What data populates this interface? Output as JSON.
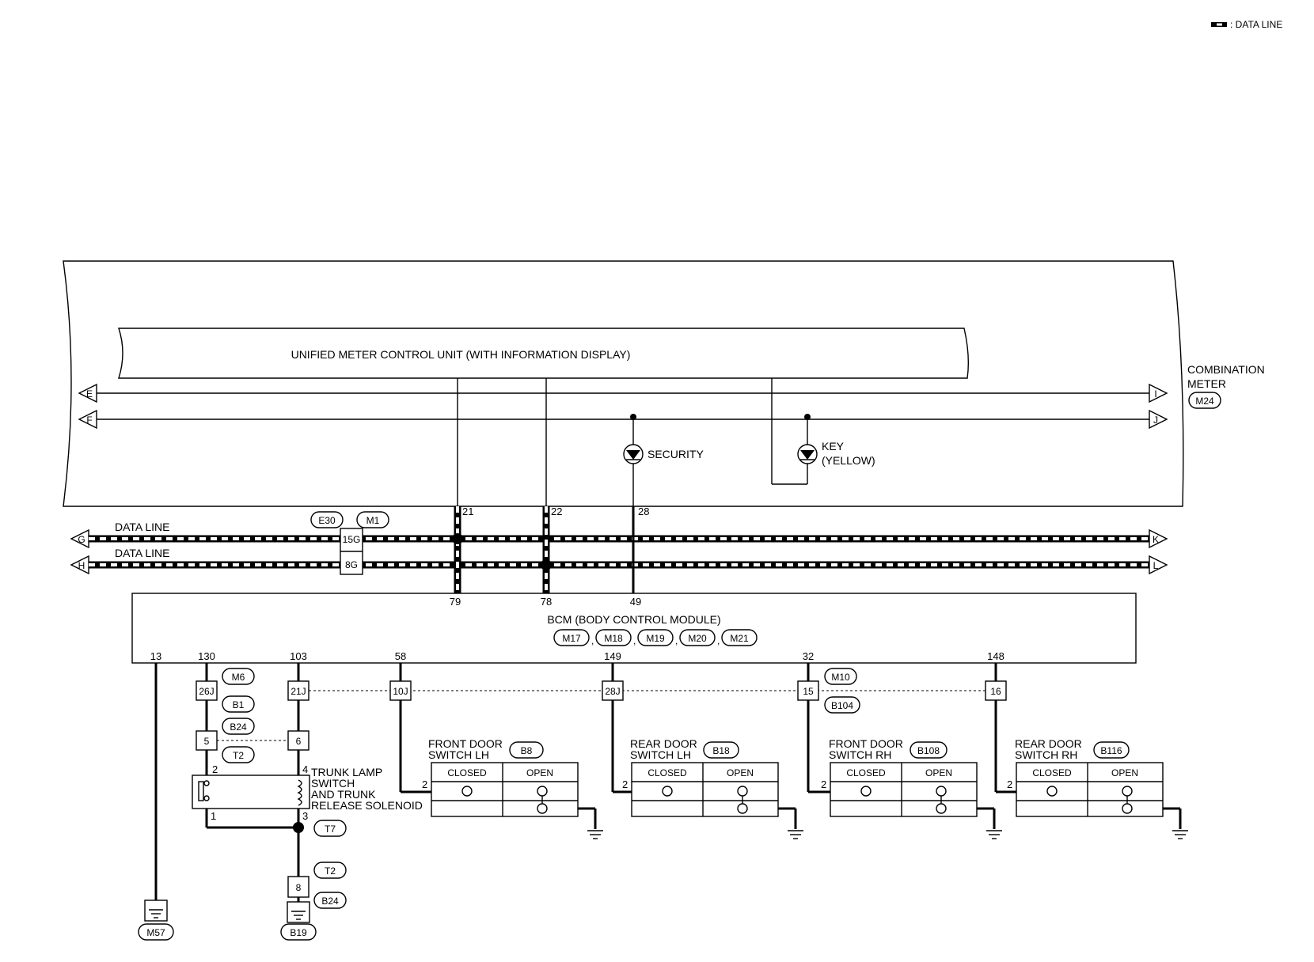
{
  "legend": {
    "text": ": DATA LINE"
  },
  "combination_meter": {
    "name_line1": "COMBINATION",
    "name_line2": "METER",
    "connector": "M24"
  },
  "meter_unit": {
    "title": "UNIFIED METER CONTROL UNIT (WITH INFORMATION DISPLAY)"
  },
  "terminals": {
    "left": [
      "E",
      "F",
      "G",
      "H"
    ],
    "right": [
      "I",
      "J",
      "K",
      "L"
    ]
  },
  "indicators": {
    "security": "SECURITY",
    "key_line1": "KEY",
    "key_line2": "(YELLOW)"
  },
  "meter_pins": {
    "p21": "21",
    "p22": "22",
    "p28": "28"
  },
  "data_lines": {
    "line1": "DATA LINE",
    "line2": "DATA LINE"
  },
  "joint_connector": {
    "c1": "E30",
    "c2": "M1",
    "pin1": "15G",
    "pin2": "8G"
  },
  "bcm": {
    "title": "BCM (BODY CONTROL MODULE)",
    "connectors": [
      "M17",
      "M18",
      "M19",
      "M20",
      "M21"
    ],
    "top_pins": {
      "p79": "79",
      "p78": "78",
      "p49": "49"
    },
    "bottom_pins": [
      "13",
      "130",
      "103",
      "58",
      "149",
      "32",
      "148"
    ]
  },
  "grounds": {
    "g1": "M57",
    "g2": "B19"
  },
  "connectors": {
    "m6": "M6",
    "b1": "B1",
    "b24a": "B24",
    "t2a": "T2",
    "t7": "T7",
    "t2b": "T2",
    "b24b": "B24",
    "m10": "M10",
    "b104": "B104"
  },
  "junction_pins": {
    "j26": "26J",
    "j21": "21J",
    "j10": "10J",
    "j28": "28J",
    "p15": "15",
    "p16": "16",
    "p5": "5",
    "p6": "6",
    "p8": "8"
  },
  "trunk": {
    "line1": "TRUNK LAMP",
    "line2": "SWITCH",
    "line3": "AND TRUNK",
    "line4": "RELEASE SOLENOID",
    "pin2": "2",
    "pin4": "4",
    "pin1": "1",
    "pin3": "3"
  },
  "door_switches": [
    {
      "line1": "FRONT DOOR",
      "line2": "SWITCH LH",
      "connector": "B8",
      "closed": "CLOSED",
      "open": "OPEN",
      "pin": "2"
    },
    {
      "line1": "REAR DOOR",
      "line2": "SWITCH LH",
      "connector": "B18",
      "closed": "CLOSED",
      "open": "OPEN",
      "pin": "2"
    },
    {
      "line1": "FRONT DOOR",
      "line2": "SWITCH RH",
      "connector": "B108",
      "closed": "CLOSED",
      "open": "OPEN",
      "pin": "2"
    },
    {
      "line1": "REAR DOOR",
      "line2": "SWITCH RH",
      "connector": "B116",
      "closed": "CLOSED",
      "open": "OPEN",
      "pin": "2"
    }
  ]
}
